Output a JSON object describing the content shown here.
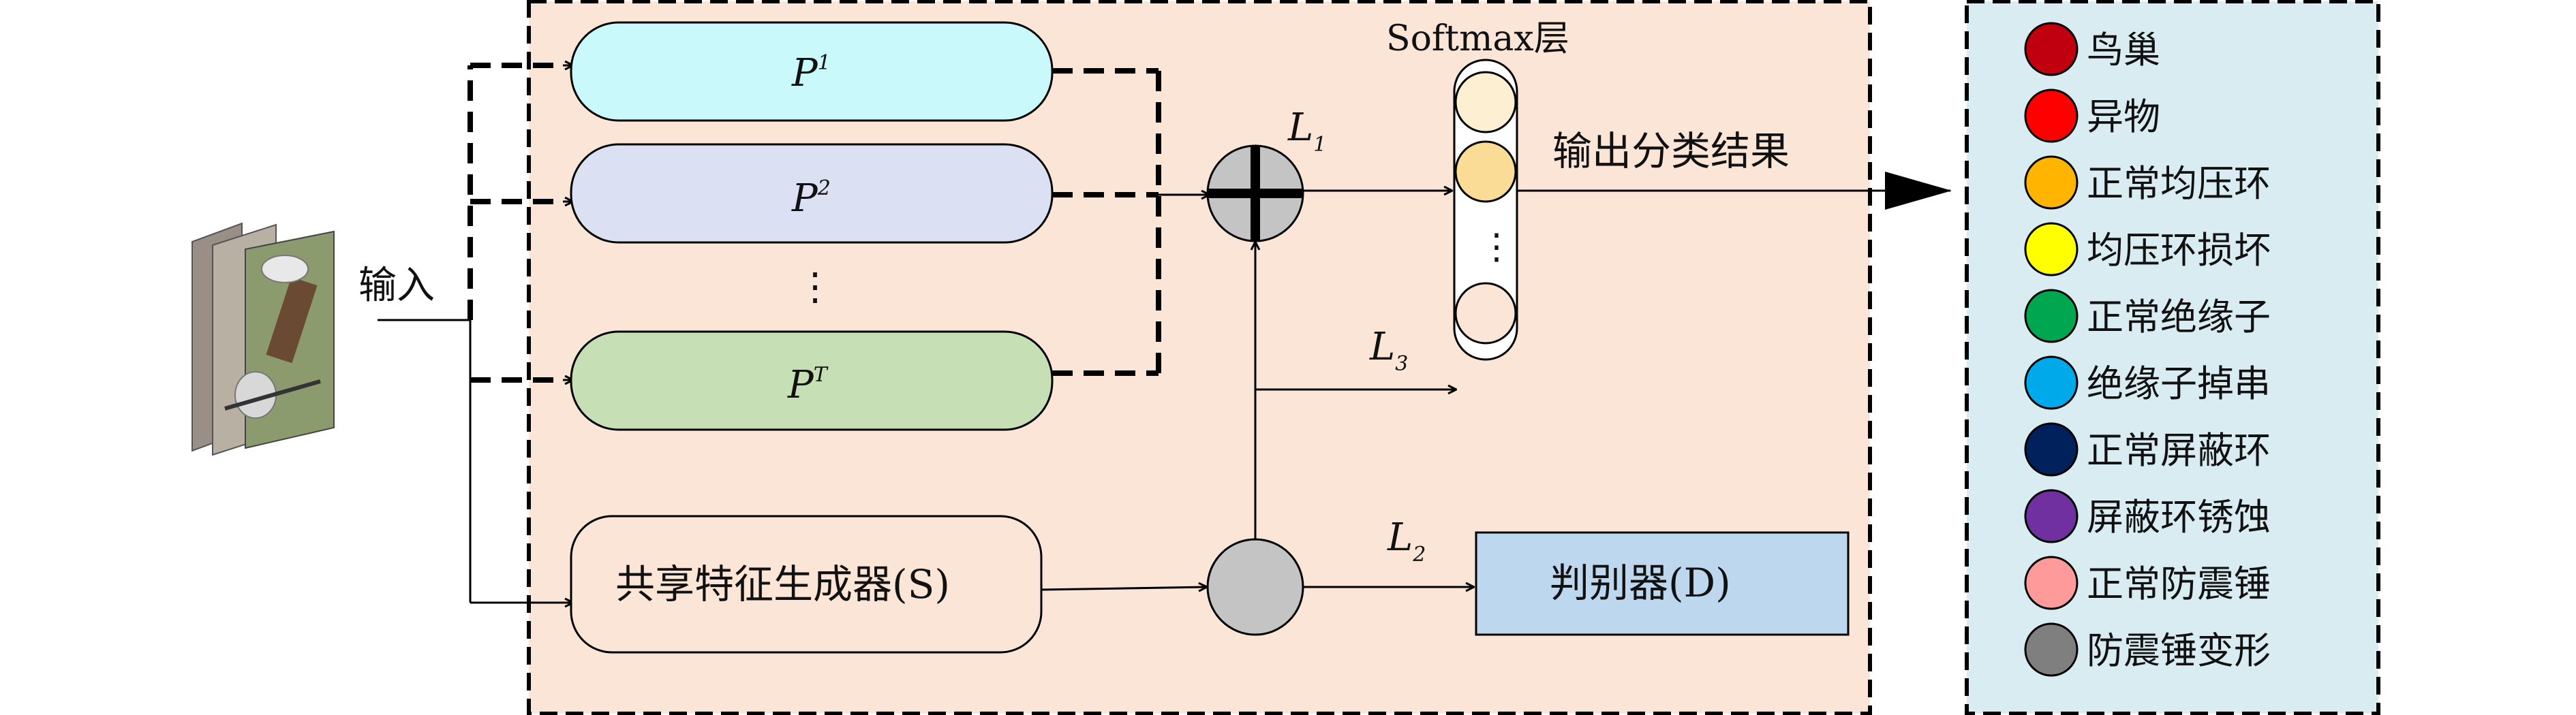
{
  "input": {
    "label": "输入"
  },
  "branches": [
    {
      "base": "P",
      "sup": "1",
      "fill": "#c9f9fb"
    },
    {
      "base": "P",
      "sup": "2",
      "fill": "#dbe0f3"
    },
    {
      "base": "P",
      "sup": "T",
      "fill": "#c6dfb4"
    }
  ],
  "branch_ellipsis": "⋮",
  "shared_generator": {
    "label": "共享特征生成器(S)"
  },
  "discriminator": {
    "label": "判别器(D)"
  },
  "softmax": {
    "title": "Softmax层",
    "ellipsis": "⋮"
  },
  "losses": {
    "l1": {
      "base": "L",
      "sub": "1"
    },
    "l2": {
      "base": "L",
      "sub": "2"
    },
    "l3": {
      "base": "L",
      "sub": "3"
    }
  },
  "output": {
    "label": "输出分类结果"
  },
  "legend": [
    {
      "label": "鸟巢",
      "color": "#c0000f"
    },
    {
      "label": "异物",
      "color": "#ff0000"
    },
    {
      "label": "正常均压环",
      "color": "#ffb400"
    },
    {
      "label": "均压环损坏",
      "color": "#ffff00"
    },
    {
      "label": "正常绝缘子",
      "color": "#00a650"
    },
    {
      "label": "绝缘子掉串",
      "color": "#00a9ea"
    },
    {
      "label": "正常屏蔽环",
      "color": "#00215c"
    },
    {
      "label": "屏蔽环锈蚀",
      "color": "#7030a0"
    },
    {
      "label": "正常防震锤",
      "color": "#ff9a9a"
    },
    {
      "label": "防震锤变形",
      "color": "#7f7f7f"
    }
  ],
  "colors": {
    "main_panel": "#fbe5d6",
    "legend_panel": "#d9ecf2",
    "node_gray": "#c4c4c4",
    "discriminator_fill": "#bdd7ee",
    "generator_fill": "#fbe5d6",
    "softmax_cells": [
      "#fdf0d2",
      "#fbdc96",
      "#fbe5d6"
    ]
  }
}
